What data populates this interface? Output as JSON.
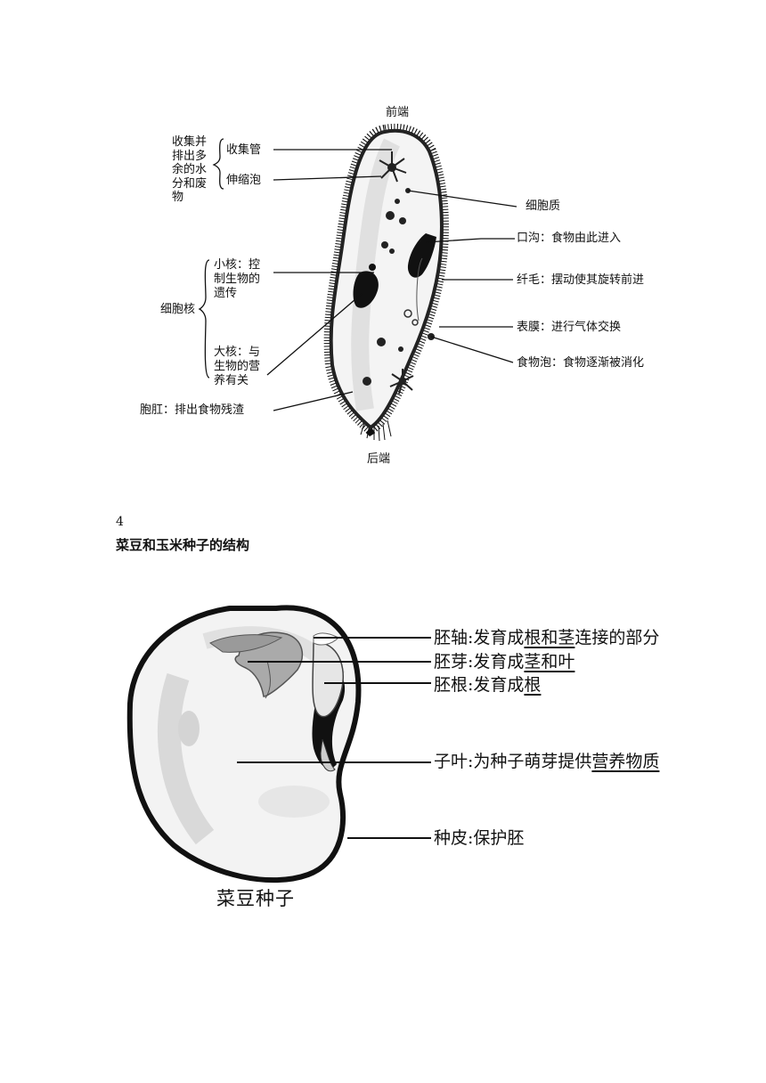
{
  "paramecium": {
    "front": "前端",
    "back": "后端",
    "collect_group": "收集并\n排出多\n余的水\n分和废\n物",
    "collecting_tube": "收集管",
    "contractile_vacuole": "伸缩泡",
    "nucleus_group": "细胞核",
    "micronucleus": "小核：控\n制生物的\n遗传",
    "macronucleus": "大核：与\n生物的营\n养有关",
    "anal_pore": "胞肛：排出食物残渣",
    "cytoplasm": "细胞质",
    "oral_groove": "口沟：食物由此进入",
    "cilia": "纤毛：摆动使其旋转前进",
    "membrane": "表膜：进行气体交换",
    "food_vacuole": "食物泡：食物逐渐被消化"
  },
  "section": {
    "number": "4",
    "title": "菜豆和玉米种子的结构"
  },
  "bean": {
    "caption": "菜豆种子",
    "labels": {
      "hypocotyl": {
        "prefix": "胚轴:发育成",
        "answer": "根和茎",
        "suffix": "连接的部分"
      },
      "plumule": {
        "prefix": "胚芽:发育成",
        "answer": "茎和叶",
        "suffix": ""
      },
      "radicle": {
        "prefix": "胚根:发育成",
        "answer": "根",
        "suffix": ""
      },
      "cotyledon": {
        "prefix": "子叶:为种子萌芽提供",
        "answer": "营养物质",
        "suffix": ""
      },
      "seed_coat": {
        "prefix": "种皮:保护胚",
        "answer": "",
        "suffix": ""
      }
    }
  }
}
